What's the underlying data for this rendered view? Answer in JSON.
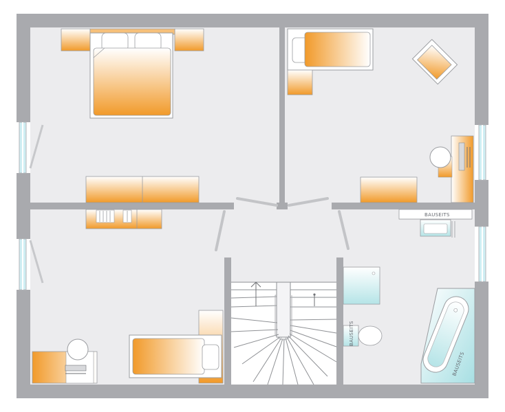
{
  "floorplan": {
    "labels": {
      "sink_note": "BAUSEITS",
      "wc_note": "BAUSEITS",
      "tub_note": "BAUSEITS"
    },
    "colors": {
      "wall": "#a9aaae",
      "floor": "#ececee",
      "accent": "#f19a2a",
      "window": "#cfeef3"
    }
  }
}
